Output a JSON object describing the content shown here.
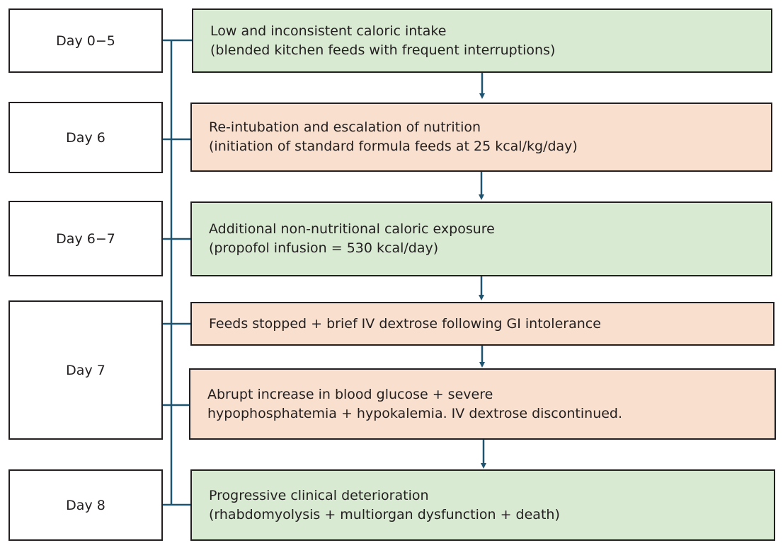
{
  "colors": {
    "green_fill": "#d9ead3",
    "peach_fill": "#f9e0ce",
    "connector": "#1f5470",
    "border": "#231f20"
  },
  "timeline": {
    "days": [
      {
        "label": "Day 0−5"
      },
      {
        "label": "Day 6"
      },
      {
        "label": "Day 6−7"
      },
      {
        "label": "Day 7"
      },
      {
        "label": "Day 8"
      }
    ],
    "events": [
      {
        "line1": "Low and inconsistent caloric intake",
        "line2": "(blended kitchen feeds with frequent interruptions)",
        "color": "green"
      },
      {
        "line1": "Re-intubation and escalation of nutrition",
        "line2": "(initiation of standard formula feeds at 25 kcal/kg/day)",
        "color": "peach"
      },
      {
        "line1": "Additional non-nutritional caloric exposure",
        "line2": "(propofol infusion = 530 kcal/day)",
        "color": "green"
      },
      {
        "line1": "Feeds stopped + brief IV dextrose following GI intolerance",
        "color": "peach"
      },
      {
        "line1": "Abrupt increase in blood glucose + severe",
        "line2": "hypophosphatemia + hypokalemia. IV dextrose discontinued.",
        "color": "peach"
      },
      {
        "line1": "Progressive clinical deterioration",
        "line2": "(rhabdomyolysis + multiorgan dysfunction + death)",
        "color": "green"
      }
    ]
  }
}
